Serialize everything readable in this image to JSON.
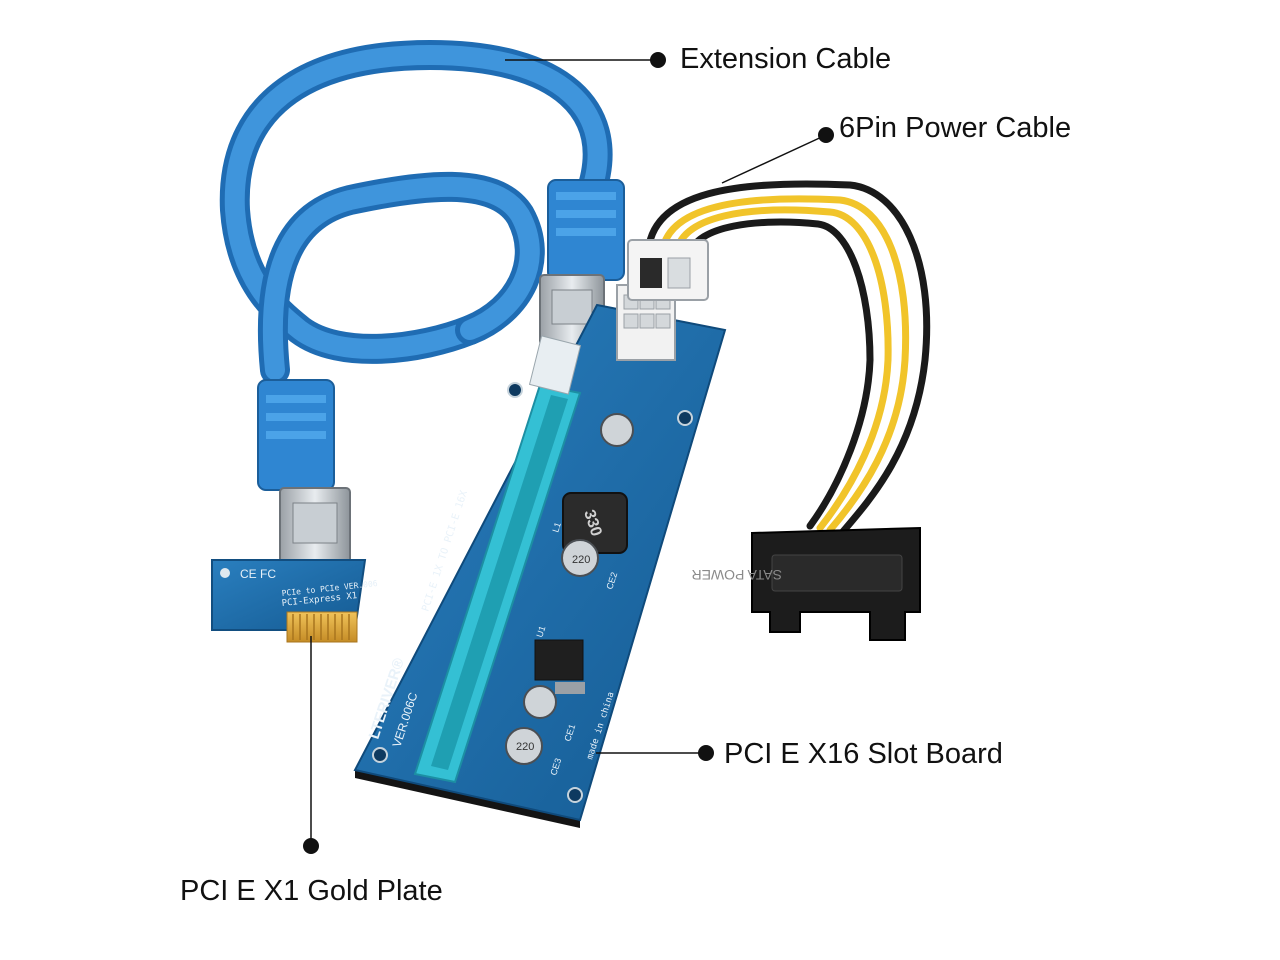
{
  "callouts": {
    "extension_cable": "Extension Cable",
    "power_cable": "6Pin Power Cable",
    "slot_board": "PCI E X16 Slot Board",
    "gold_plate": "PCI E X1 Gold Plate"
  },
  "board_text": {
    "brand": "LTERIVER®",
    "version": "VER.006C",
    "model": "PCI-E 1X TO PCI-E 16X",
    "made_in": "made in china",
    "inductor": "330",
    "cap1": "220",
    "cap2": "220",
    "ce2": "CE2",
    "ce1": "CE1",
    "ce3": "CE3",
    "u1": "U1",
    "l1": "L1"
  },
  "adapter_text": {
    "line1": "PCIe to PCIe VER.006",
    "line2": "PCI-Express X1",
    "certs": "CE FC"
  },
  "sata_text": "SATA POWER",
  "colors": {
    "cable": "#2f86d2",
    "pcb": "#1d6aa6",
    "slot": "#34c0d4",
    "gold": "#d9a53a",
    "wire_yellow": "#f1c42a",
    "wire_black": "#1a1a1a",
    "connector_black": "#1c1c1c"
  }
}
